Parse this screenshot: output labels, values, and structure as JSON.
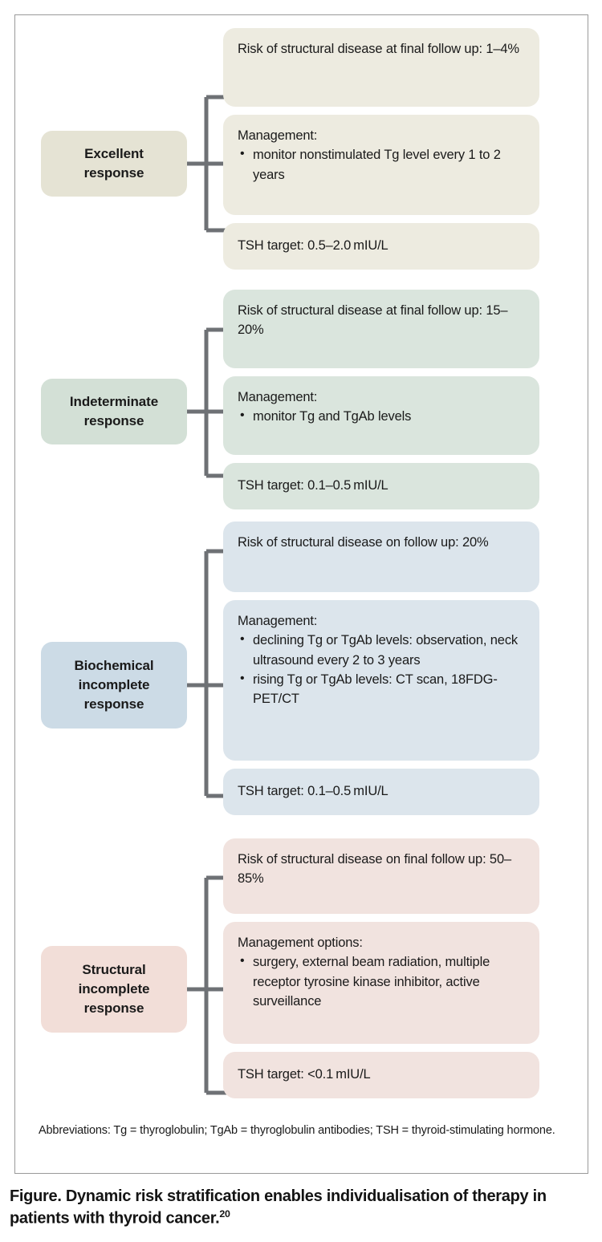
{
  "figure": {
    "caption_text": "Figure. Dynamic risk stratification enables individualisation of therapy in patients with thyroid cancer.",
    "caption_reference": "20",
    "abbreviations": "Abbreviations: Tg = thyroglobulin; TgAb = thyroglobulin antibodies; TSH = thyroid-stimulating hormone."
  },
  "colors": {
    "cream_label": "#e5e3d4",
    "cream_box": "#edebe0",
    "green_label": "#d3e0d6",
    "green_box": "#dae5dd",
    "blue_label": "#ccdbe6",
    "blue_box": "#dce5ec",
    "pink_label": "#f2ded8",
    "pink_box": "#f1e3df",
    "connector": "#6e7175",
    "frame_border": "#9a9a9a"
  },
  "groups": [
    {
      "label": "Excellent response",
      "label_line1": "Excellent",
      "label_line2": "response",
      "risk": "Risk of structural disease at final follow up: 1–4%",
      "management_heading": "Management:",
      "management_items": [
        "monitor nonstimulated Tg level every 1 to 2 years"
      ],
      "tsh": "TSH target: 0.5–2.0 mIU/L"
    },
    {
      "label": "Indeterminate response",
      "label_line1": "Indeterminate",
      "label_line2": "response",
      "risk": "Risk of structural disease at final follow up: 15–20%",
      "management_heading": "Management:",
      "management_items": [
        "monitor Tg and TgAb levels"
      ],
      "tsh": "TSH target: 0.1–0.5 mIU/L"
    },
    {
      "label": "Biochemical incomplete response",
      "label_line1": "Biochemical",
      "label_line2": "incomplete",
      "label_line3": "response",
      "risk": "Risk of structural disease on follow up: 20%",
      "management_heading": "Management:",
      "management_items": [
        "declining Tg or TgAb levels: observation, neck ultrasound every 2 to 3 years",
        "rising Tg or TgAb levels: CT scan, 18FDG-PET/CT"
      ],
      "tsh": "TSH target: 0.1–0.5 mIU/L"
    },
    {
      "label": "Structural incomplete response",
      "label_line1": "Structural",
      "label_line2": "incomplete",
      "label_line3": "response",
      "risk": "Risk of structural disease on final follow up: 50–85%",
      "management_heading": "Management options:",
      "management_items": [
        "surgery, external beam radiation, multiple receptor tyrosine kinase inhibitor, active surveillance"
      ],
      "tsh": "TSH target: <0.1 mIU/L"
    }
  ]
}
